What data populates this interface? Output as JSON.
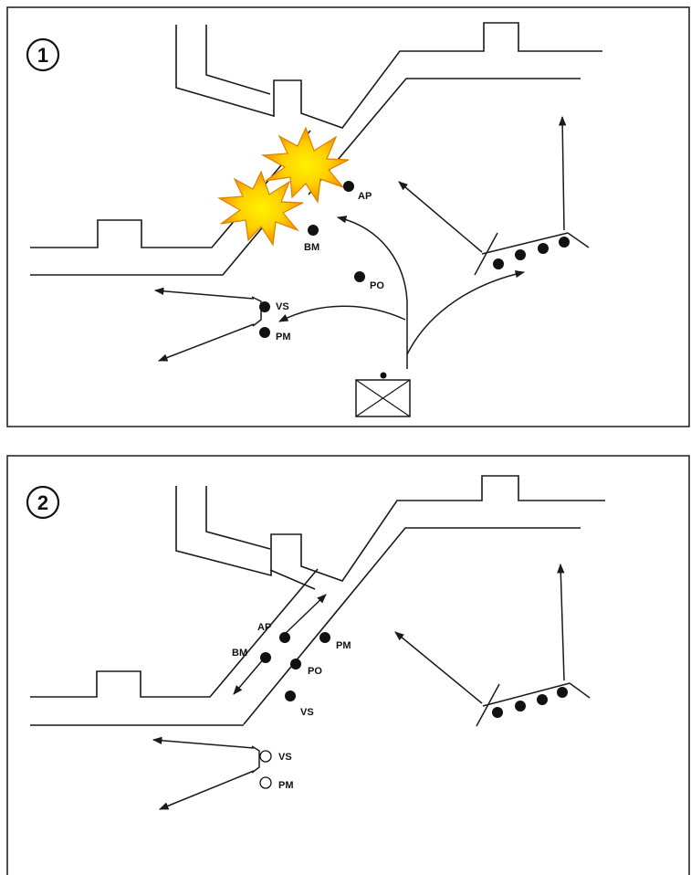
{
  "panels": [
    {
      "number": "1",
      "labels": {
        "ap": "AP",
        "bm": "BM",
        "po": "PO",
        "vs": "VS",
        "pm": "PM"
      },
      "explosion_colors": {
        "outer": "#f5a100",
        "inner": "#ffe000"
      }
    },
    {
      "number": "2",
      "labels": {
        "ap": "AP",
        "bm": "BM",
        "po": "PO",
        "pm": "PM",
        "vs": "VS",
        "vs_hollow": "VS",
        "pm_hollow": "PM"
      }
    }
  ]
}
